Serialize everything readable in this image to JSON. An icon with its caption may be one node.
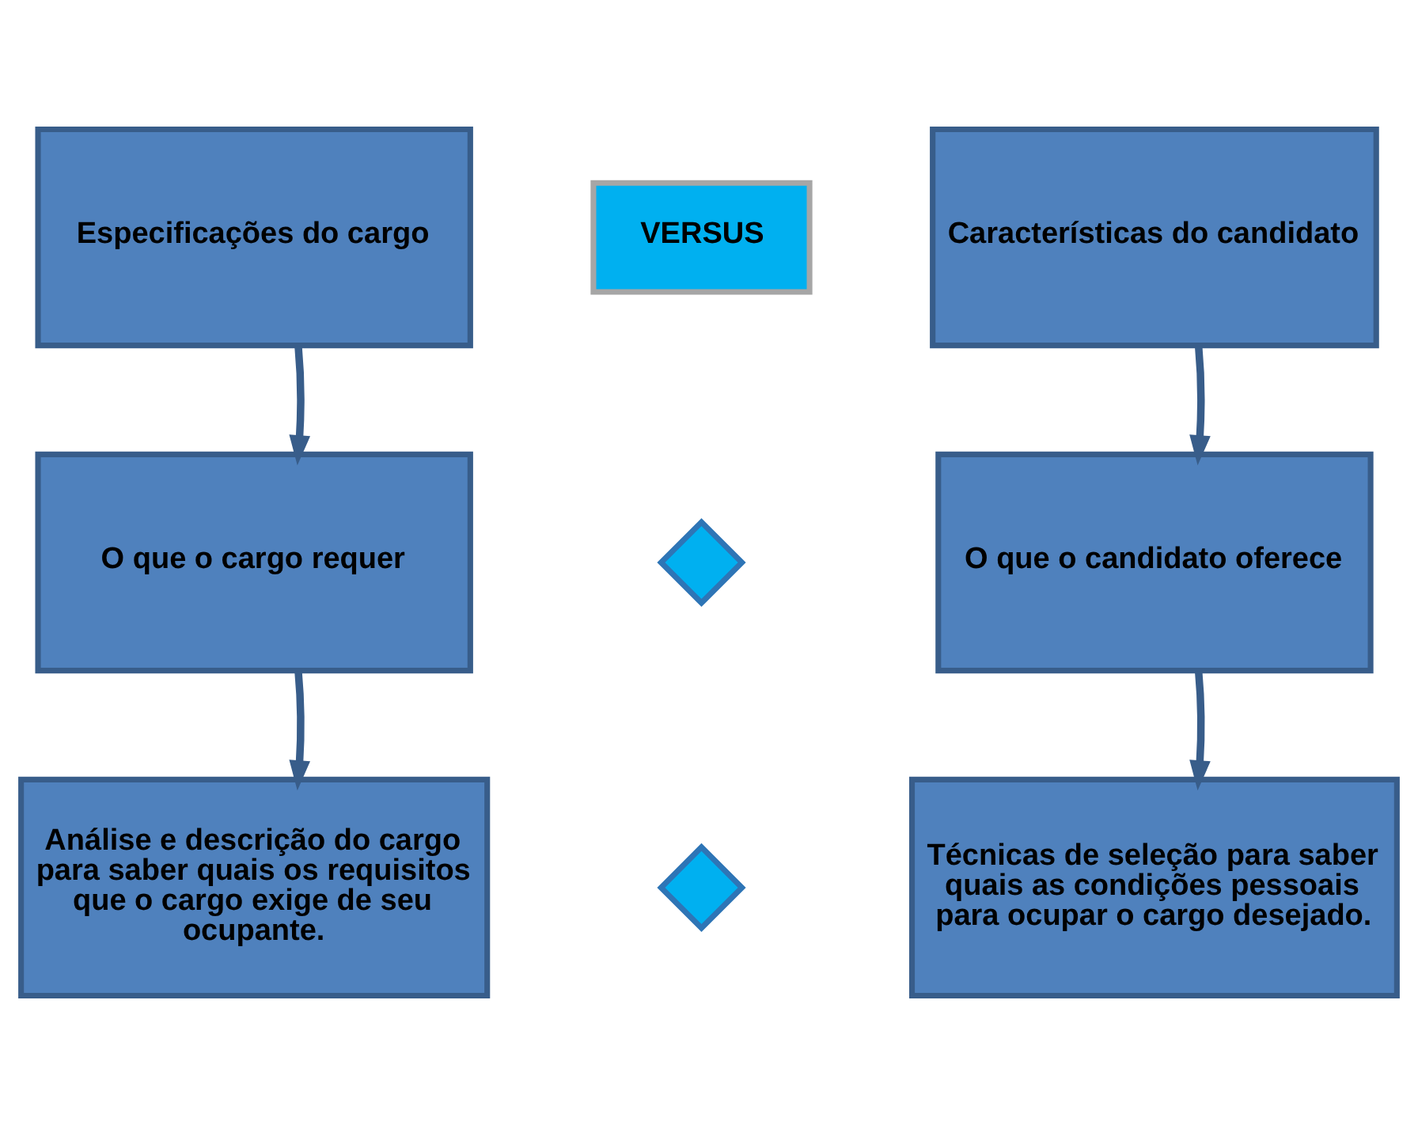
{
  "diagram": {
    "nodes": [
      {
        "text": [
          "Especificações do cargo"
        ]
      },
      {
        "text": [
          "VERSUS"
        ]
      },
      {
        "text": [
          "Características do candidato"
        ]
      },
      {
        "text": [
          "O que o cargo requer"
        ]
      },
      {
        "text": [],
        "shape": "cross"
      },
      {
        "text": [
          "O que o candidato oferece"
        ]
      },
      {
        "text": [
          "Análise e descrição do cargo para saber quais os requisitos que o cargo exige de seu ocupante."
        ]
      },
      {
        "text": [],
        "shape": "cross"
      },
      {
        "text": [
          "Técnicas de seleção para saber quais as condições pessoais para ocupar o cargo desejado."
        ]
      }
    ],
    "edges": [
      {
        "from": 0,
        "to": 3,
        "arrow": "to"
      },
      {
        "from": 3,
        "to": 6,
        "arrow": "to"
      },
      {
        "from": 2,
        "to": 5,
        "arrow": "to"
      },
      {
        "from": 5,
        "to": 8,
        "arrow": "to"
      }
    ]
  }
}
